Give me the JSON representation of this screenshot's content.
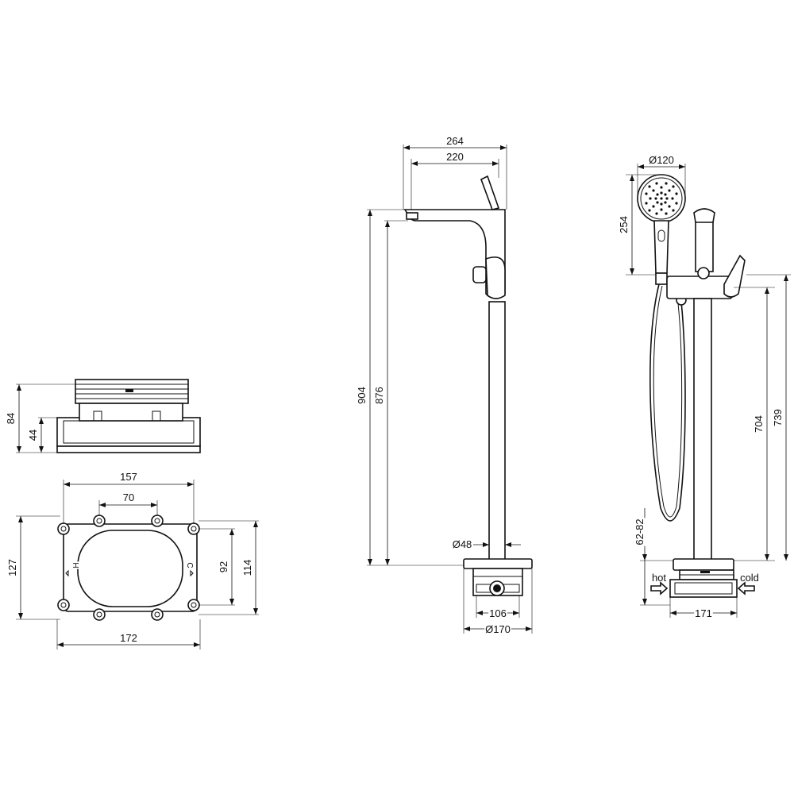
{
  "dimensions": {
    "box_height": "84",
    "box_inner_height": "44",
    "box_width_outer": "157",
    "box_hole_spacing": "70",
    "box_height_front": "127",
    "box_inner_vertical": "92",
    "box_outer_vertical": "114",
    "box_width_bottom": "172",
    "spout_reach": "264",
    "spout_reach_inner": "220",
    "total_height": "904",
    "spout_height": "876",
    "column_diameter": "Ø48",
    "base_inner": "106",
    "base_diameter": "Ø170",
    "handshower_diameter": "Ø120",
    "handshower_height": "254",
    "holder_height": "704",
    "handle_height": "739",
    "floor_range": "62-82",
    "inlet_width": "171"
  },
  "labels": {
    "hot": "hot",
    "cold": "cold",
    "hot_mark": "H",
    "cold_mark": "C"
  }
}
